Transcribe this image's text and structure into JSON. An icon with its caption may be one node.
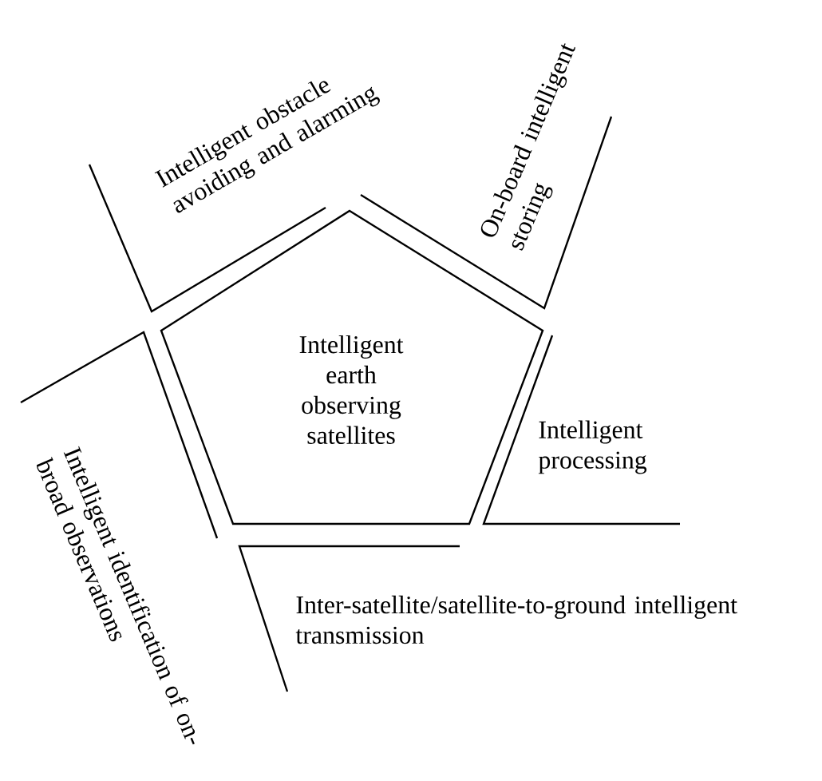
{
  "diagram": {
    "nodes": [
      {
        "text": [
          "Intelligent earth observing satellites"
        ]
      },
      {
        "text": [
          "Intelligent obstacle avoiding and alarming"
        ]
      },
      {
        "text": [
          "On-board intelligent storing"
        ]
      },
      {
        "text": [
          "Intelligent processing"
        ]
      },
      {
        "text": [
          "Inter-satellite/satellite-to-ground intelligent transmission"
        ]
      },
      {
        "text": [
          "Intelligent identification of on-broad observations"
        ]
      }
    ]
  }
}
